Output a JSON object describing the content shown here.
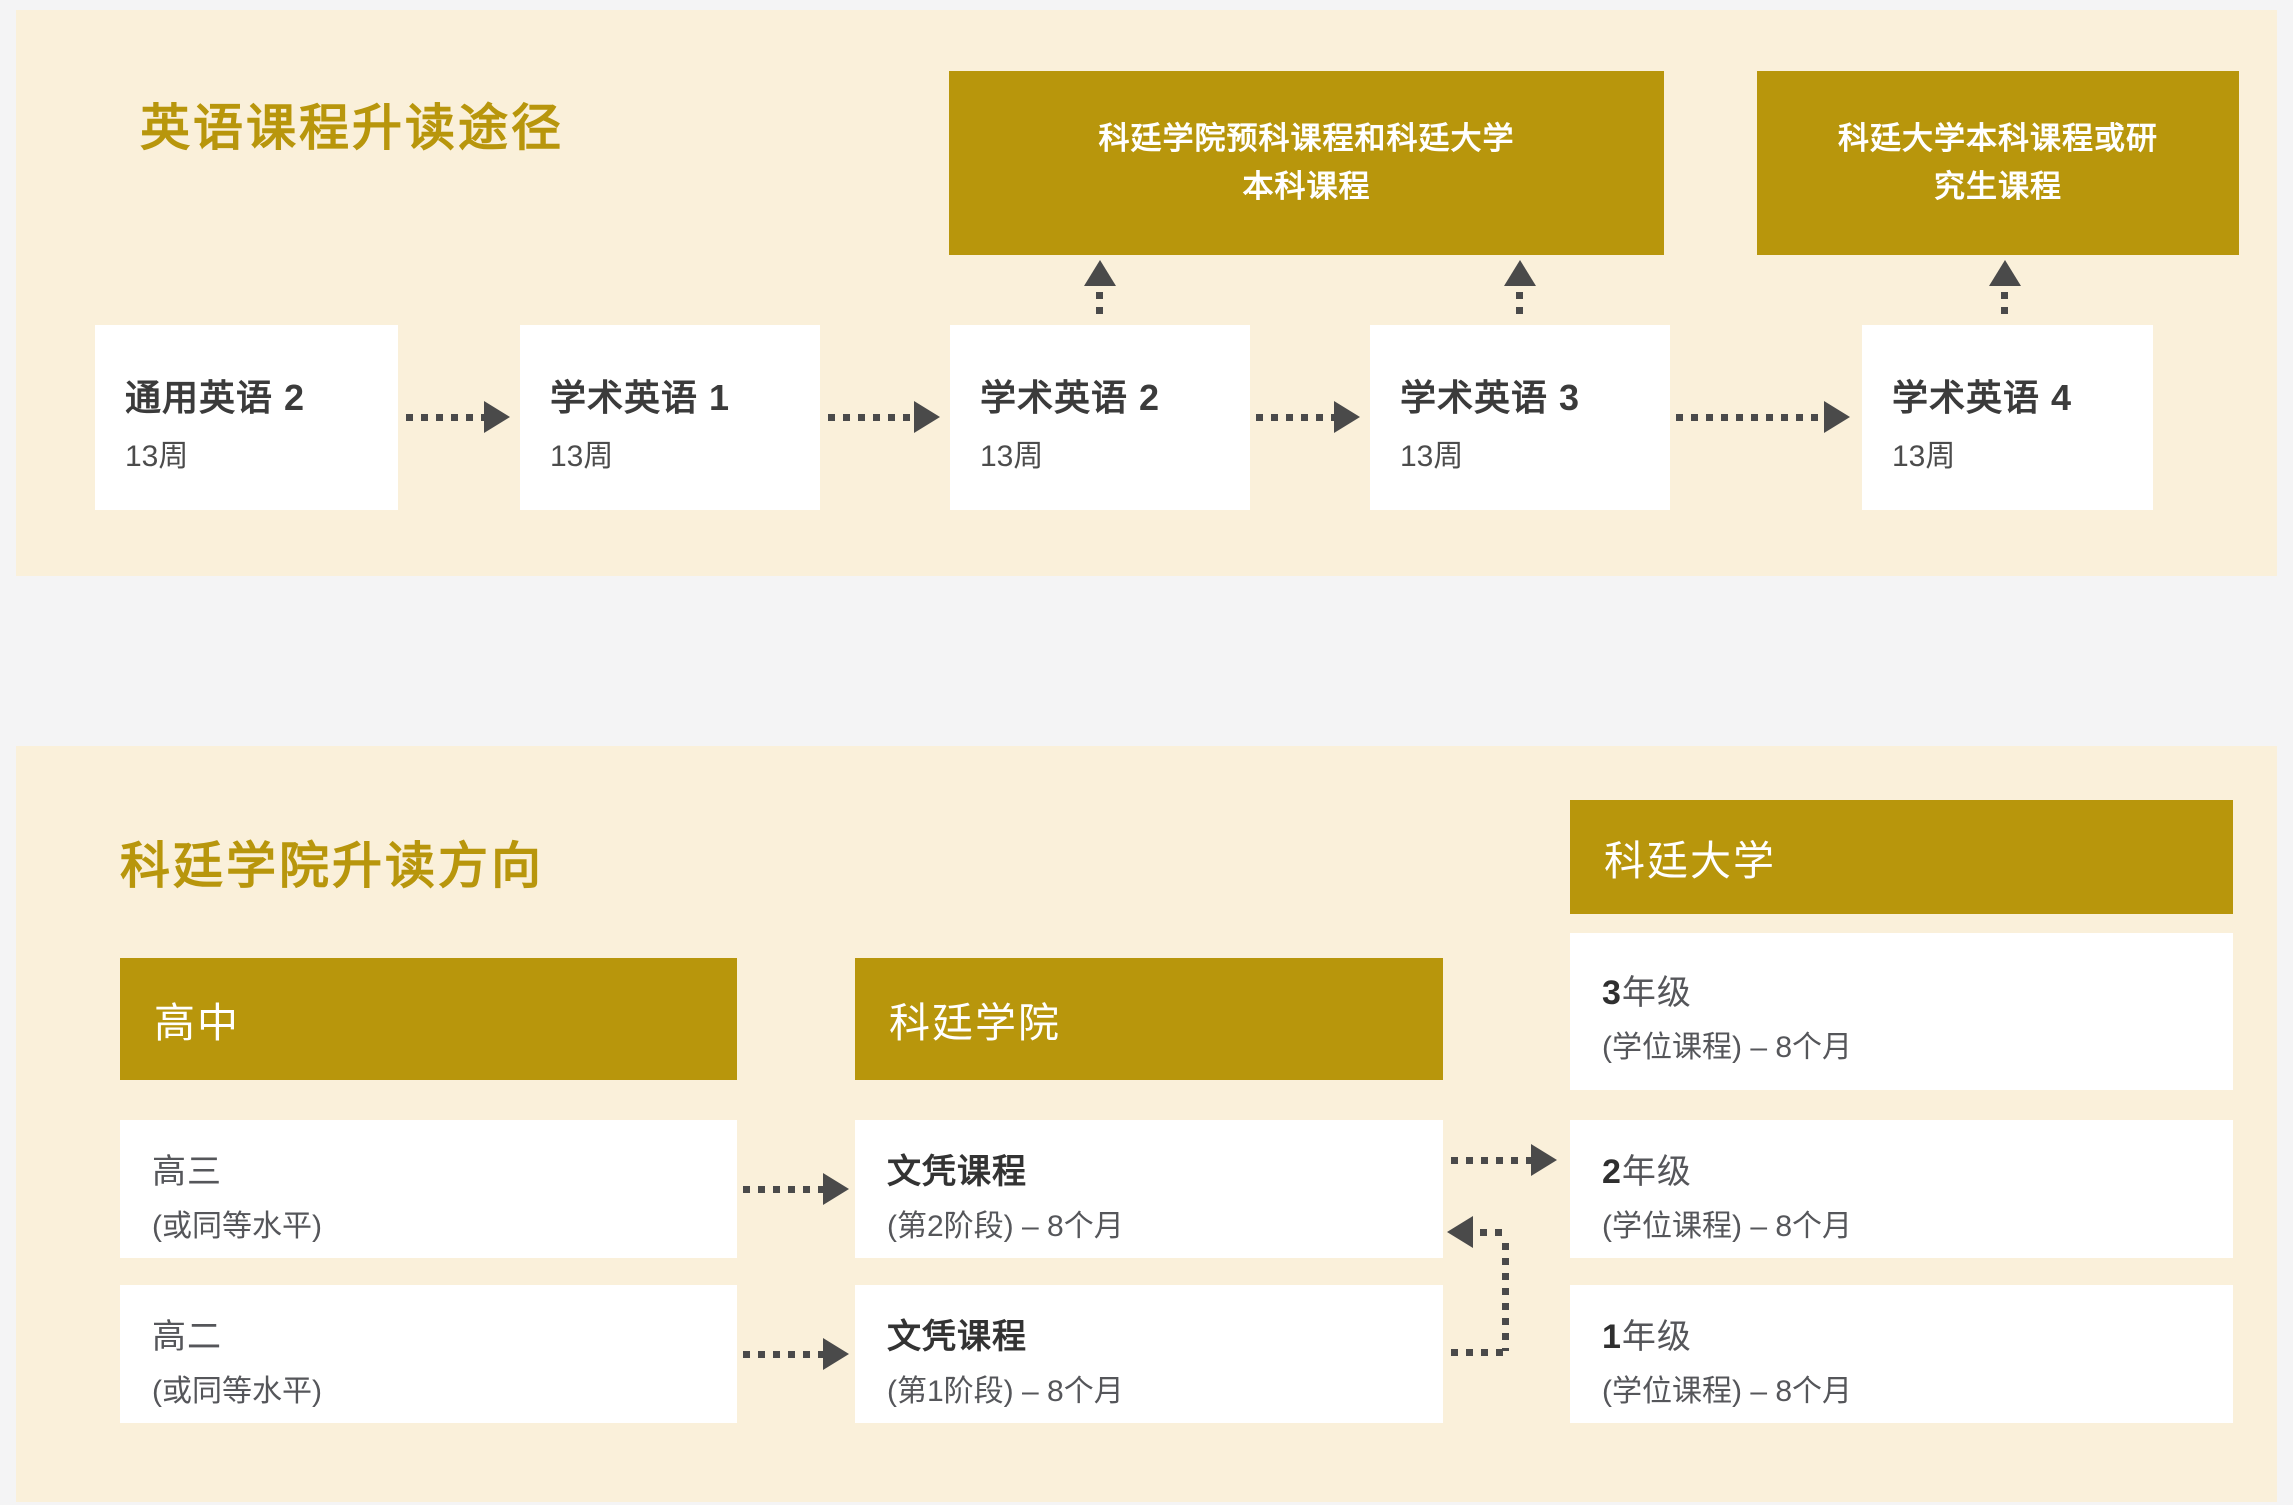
{
  "palette": {
    "page_background": "#f4f4f5",
    "panel_background": "#faf0da",
    "gold": "#b8960c",
    "arrow": "#4a4a4a",
    "text_dark": "#333333",
    "text_gray": "#55565a",
    "card_background": "#ffffff"
  },
  "english_pathway": {
    "title": "英语课程升读途径",
    "destinations": [
      {
        "line1": "科廷学院预科课程和科廷大学",
        "line2": "本科课程"
      },
      {
        "line1": "科廷大学本科课程或研",
        "line2": "究生课程"
      }
    ],
    "courses": [
      {
        "name": "通用英语 2",
        "duration": "13周"
      },
      {
        "name": "学术英语 1",
        "duration": "13周"
      },
      {
        "name": "学术英语 2",
        "duration": "13周"
      },
      {
        "name": "学术英语 3",
        "duration": "13周"
      },
      {
        "name": "学术英语 4",
        "duration": "13周"
      }
    ]
  },
  "college_pathway": {
    "title": "科廷学院升读方向",
    "high_school": {
      "header": "高中",
      "items": [
        {
          "title": "高三",
          "detail": "(或同等水平)"
        },
        {
          "title": "高二",
          "detail": "(或同等水平)"
        }
      ]
    },
    "college": {
      "header": "科廷学院",
      "items": [
        {
          "title": "文凭课程",
          "detail": "(第2阶段) – 8个月"
        },
        {
          "title": "文凭课程",
          "detail": "(第1阶段) – 8个月"
        }
      ]
    },
    "university": {
      "header": "科廷大学",
      "items": [
        {
          "grade": "3",
          "grade_suffix": "年级",
          "detail": "(学位课程) – 8个月"
        },
        {
          "grade": "2",
          "grade_suffix": "年级",
          "detail": "(学位课程) – 8个月"
        },
        {
          "grade": "1",
          "grade_suffix": "年级",
          "detail": "(学位课程) – 8个月"
        }
      ]
    }
  }
}
